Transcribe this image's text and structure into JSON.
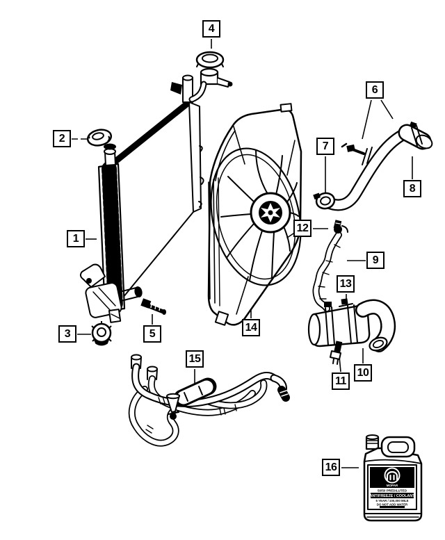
{
  "figure": {
    "type": "parts-diagram",
    "background": "#ffffff",
    "line_color": "#000000",
    "frame_color": "#aaaaaa"
  },
  "callouts": [
    {
      "number": "1",
      "part": "radiator"
    },
    {
      "number": "2",
      "part": "grommet"
    },
    {
      "number": "3",
      "part": "drain-cock"
    },
    {
      "number": "4",
      "part": "radiator-cap"
    },
    {
      "number": "5",
      "part": "mounting-bolt"
    },
    {
      "number": "6",
      "part": "hose-clamps"
    },
    {
      "number": "7",
      "part": "hose-clamp"
    },
    {
      "number": "8",
      "part": "upper-radiator-hose"
    },
    {
      "number": "9",
      "part": "vent-hose"
    },
    {
      "number": "10",
      "part": "outlet-elbow"
    },
    {
      "number": "11",
      "part": "sensor"
    },
    {
      "number": "12",
      "part": "vent-fitting"
    },
    {
      "number": "13",
      "part": "hose-clamp"
    },
    {
      "number": "14",
      "part": "fan-shroud-module"
    },
    {
      "number": "15",
      "part": "hose-assembly"
    },
    {
      "number": "16",
      "part": "coolant-jug"
    }
  ],
  "jug_label": {
    "brand": "MOPAR",
    "line1": "50/50 PREDILUTED",
    "line2": "ANTIFREEZE / COOLANT",
    "line3": "5 YEAR / 100,000 MILE",
    "line4": "DO NOT ADD WATER"
  }
}
